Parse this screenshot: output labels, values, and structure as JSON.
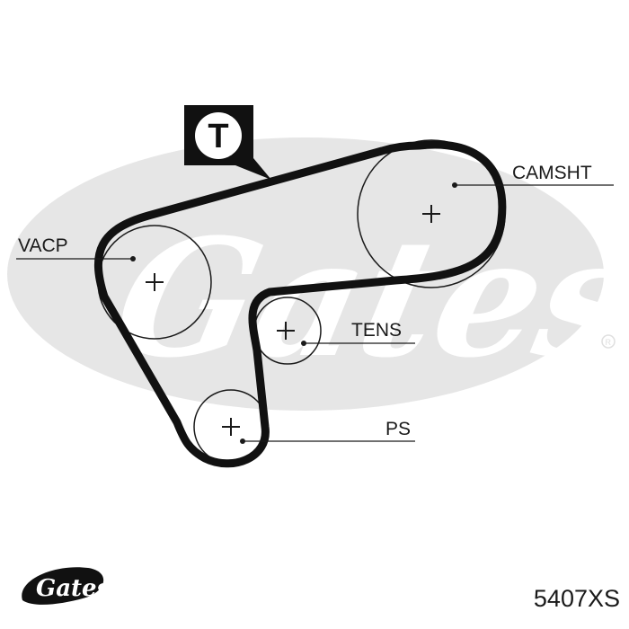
{
  "brand": {
    "name": "Gates"
  },
  "tensioner_marker": {
    "text": "T"
  },
  "labels": {
    "camshaft": "CAMSHT",
    "vacuum_pump": "VACP",
    "tensioner": "TENS",
    "power_steering": "PS"
  },
  "part_number": "5407XS",
  "colors": {
    "belt": "#111111",
    "watermark": "#e6e6e6",
    "ink": "#1a1a1a"
  }
}
